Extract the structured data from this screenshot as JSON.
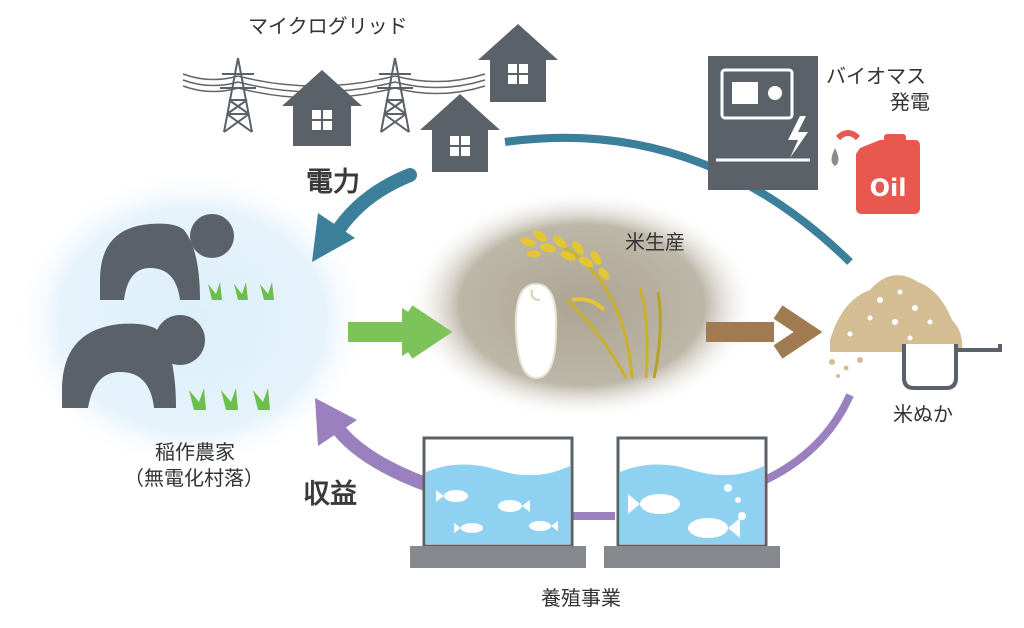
{
  "labels": {
    "microgrid": "マイクログリッド",
    "biomass_line1": "バイオマス",
    "biomass_line2": "発電",
    "oil": "Oil",
    "electricity": "電力",
    "rice_production": "米生産",
    "rice_bran": "米ぬか",
    "farmers_line1": "稲作農家",
    "farmers_line2": "（無電化村落）",
    "revenue": "収益",
    "aquaculture": "養殖事業"
  },
  "colors": {
    "electricity_arrow": "#3b7f9a",
    "revenue_arrow": "#9a80bf",
    "input_arrow": "#7cc35a",
    "output_arrow": "#a07a50",
    "icon_dark": "#5a6169",
    "oil_can": "#e8584f",
    "water": "#8fd1f0",
    "rice_ellipse": "#aca493",
    "village_glow": "#dceffa",
    "rice_bran": "#d4bd92",
    "rice_plant": "#e3c632"
  }
}
